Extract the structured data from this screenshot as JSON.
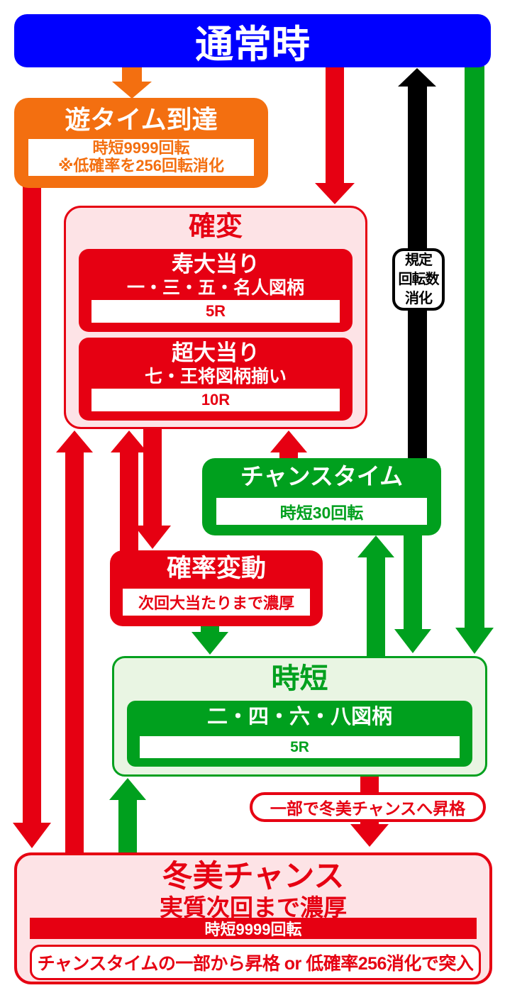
{
  "banner": {
    "label": "通常時"
  },
  "yutime": {
    "title": "遊タイム到達",
    "line1": "時短9999回転",
    "line2": "※低確率を256回転消化"
  },
  "kakuhen": {
    "title": "確変",
    "jackpot1": {
      "name": "寿大当り",
      "pattern": "一・三・五・名人図柄",
      "rounds": "5R"
    },
    "jackpot2": {
      "name": "超大当り",
      "pattern": "七・王将図柄揃い",
      "rounds": "10R"
    }
  },
  "kitei_label": {
    "line1": "規定",
    "line2": "回転数",
    "line3": "消化"
  },
  "chancetime": {
    "title": "チャンスタイム",
    "detail": "時短30回転"
  },
  "kakuritsu": {
    "title": "確率変動",
    "detail": "次回大当たりまで濃厚"
  },
  "jitan": {
    "title": "時短",
    "pattern": "二・四・六・八図柄",
    "rounds": "5R"
  },
  "promote_pill": {
    "label": "一部で冬美チャンスへ昇格"
  },
  "fuyumi": {
    "title": "冬美チャンス",
    "subtitle": "実質次回まで濃厚",
    "bar": "時短9999回転",
    "note": "チャンスタイムの一部から昇格 or 低確率256消化で突入"
  },
  "colors": {
    "blue": "#0000ff",
    "orange": "#f36f10",
    "red": "#e60012",
    "green": "#00a01e",
    "pink_bg": "#fde3e6",
    "light_green_bg": "#e9f5e3",
    "black": "#000000"
  }
}
